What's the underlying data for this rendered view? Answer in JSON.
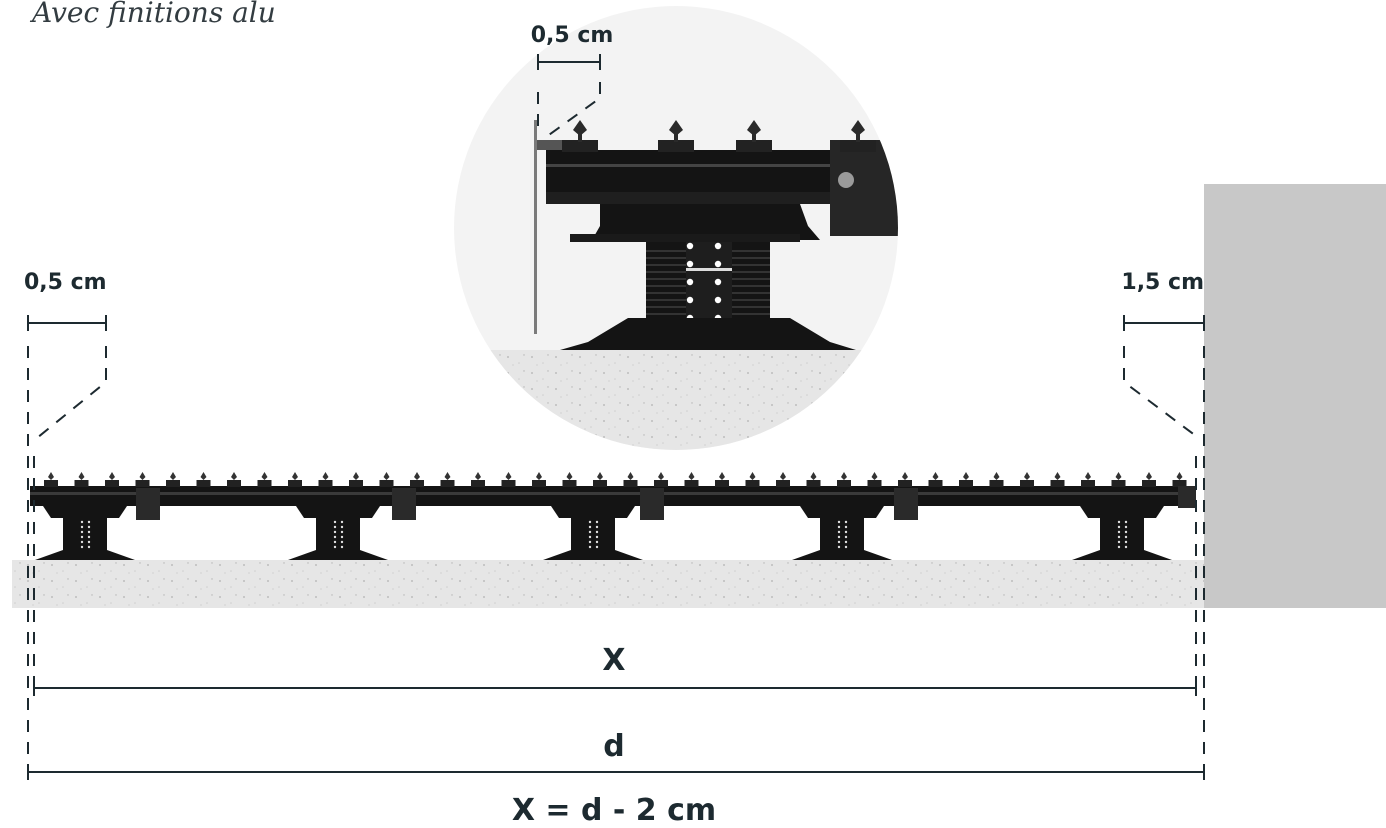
{
  "title": "Avec finitions alu",
  "labels": {
    "detail_gap": "0,5 cm",
    "left_gap": "0,5 cm",
    "right_gap": "1,5 cm",
    "x_dimension": "X",
    "d_dimension": "d",
    "formula": "X = d - 2 cm"
  },
  "colors": {
    "ink": "#1d2a30",
    "wall": "#c8c8c8",
    "circle": "#f3f3f3",
    "deck": "#141414",
    "ground": "#e4e4e4"
  }
}
